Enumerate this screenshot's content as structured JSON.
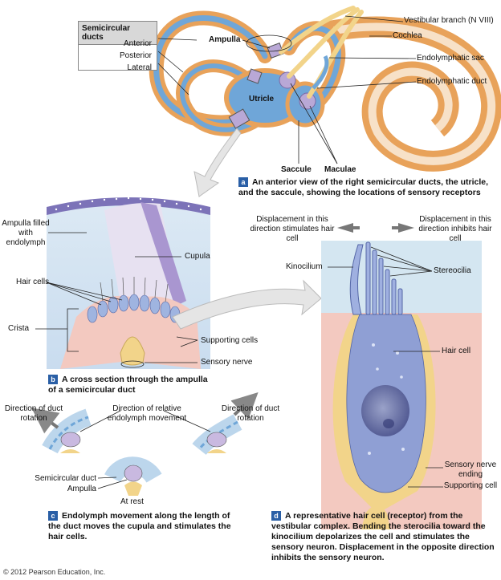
{
  "legend": {
    "title": "Semicircular ducts",
    "items": [
      "Anterior",
      "Posterior",
      "Lateral"
    ]
  },
  "panel_a": {
    "badge": "a",
    "caption": "An anterior view of the right semicircular ducts, the utricle, and the saccule, showing the locations of sensory receptors",
    "labels": {
      "ampulla": "Ampulla",
      "utricle": "Utricle",
      "saccule": "Saccule",
      "maculae": "Maculae",
      "vestibular_branch": "Vestibular branch (N VIII)",
      "cochlea": "Cochlea",
      "endolymphatic_sac": "Endolymphatic sac",
      "endolymphatic_duct": "Endolymphatic duct"
    }
  },
  "panel_b": {
    "badge": "b",
    "caption": "A cross section through the ampulla of a semicircular duct",
    "labels": {
      "ampulla_filled": "Ampulla filled with endolymph",
      "cupula": "Cupula",
      "hair_cells": "Hair cells",
      "crista": "Crista",
      "supporting_cells": "Supporting cells",
      "sensory_nerve": "Sensory nerve"
    }
  },
  "panel_c": {
    "badge": "c",
    "caption": "Endolymph movement along the length of the duct moves the cupula and stimulates the hair cells.",
    "labels": {
      "dir_rotation_left": "Direction of duct rotation",
      "dir_relative": "Direction of relative endolymph movement",
      "dir_rotation_right": "Direction of duct rotation",
      "semicircular_duct": "Semicircular duct",
      "ampulla": "Ampulla",
      "at_rest": "At rest"
    }
  },
  "panel_d": {
    "badge": "d",
    "caption": "A representative hair cell (receptor) from the vestibular complex. Bending the sterocilia toward the kinocilium depolarizes the cell and stimulates the sensory neuron. Displacement in the opposite direction inhibits the sensory neuron.",
    "labels": {
      "displacement_stimulates": "Displacement in this direction stimulates hair cell",
      "displacement_inhibits": "Displacement in this direction inhibits hair cell",
      "kinocilium": "Kinocilium",
      "stereocilia": "Stereocilia",
      "hair_cell": "Hair cell",
      "sensory_nerve_ending": "Sensory nerve ending",
      "supporting_cell": "Supporting cell"
    }
  },
  "copyright": "© 2012 Pearson Education, Inc.",
  "colors": {
    "duct_orange": "#e8a25a",
    "duct_blue": "#6fa6d8",
    "nerve_yellow": "#f2d48a",
    "cupula_purple": "#b9a8d6",
    "cell_blue": "#8f9fd4",
    "tissue_pink": "#f3c9c0",
    "endolymph": "#d4e6f1",
    "badge_blue": "#2a5fa6"
  }
}
